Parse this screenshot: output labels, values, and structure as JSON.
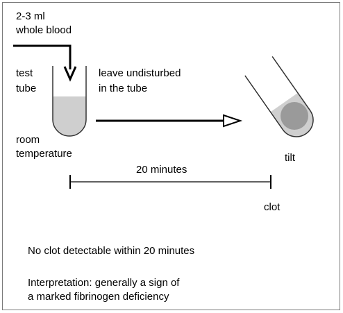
{
  "labels": {
    "sample_line1": "2-3 ml",
    "sample_line2": "whole blood",
    "tube_line1": "test",
    "tube_line2": "tube",
    "leave_line1": "leave undisturbed",
    "leave_line2": "in the tube",
    "room_line1": "room",
    "room_line2": "temperature",
    "tilt": "tilt",
    "duration": "20 minutes",
    "clot": "clot"
  },
  "result": {
    "finding": "No clot detectable within 20 minutes",
    "interpretation_line1": "Interpretation: generally a sign of",
    "interpretation_line2": "a marked fibrinogen deficiency"
  },
  "colors": {
    "line": "#000000",
    "frame_border": "#7a7a7a",
    "tube_outline": "#333333",
    "blood_fill": "#cfcfcf",
    "clot_fill": "#9a9a9a"
  }
}
